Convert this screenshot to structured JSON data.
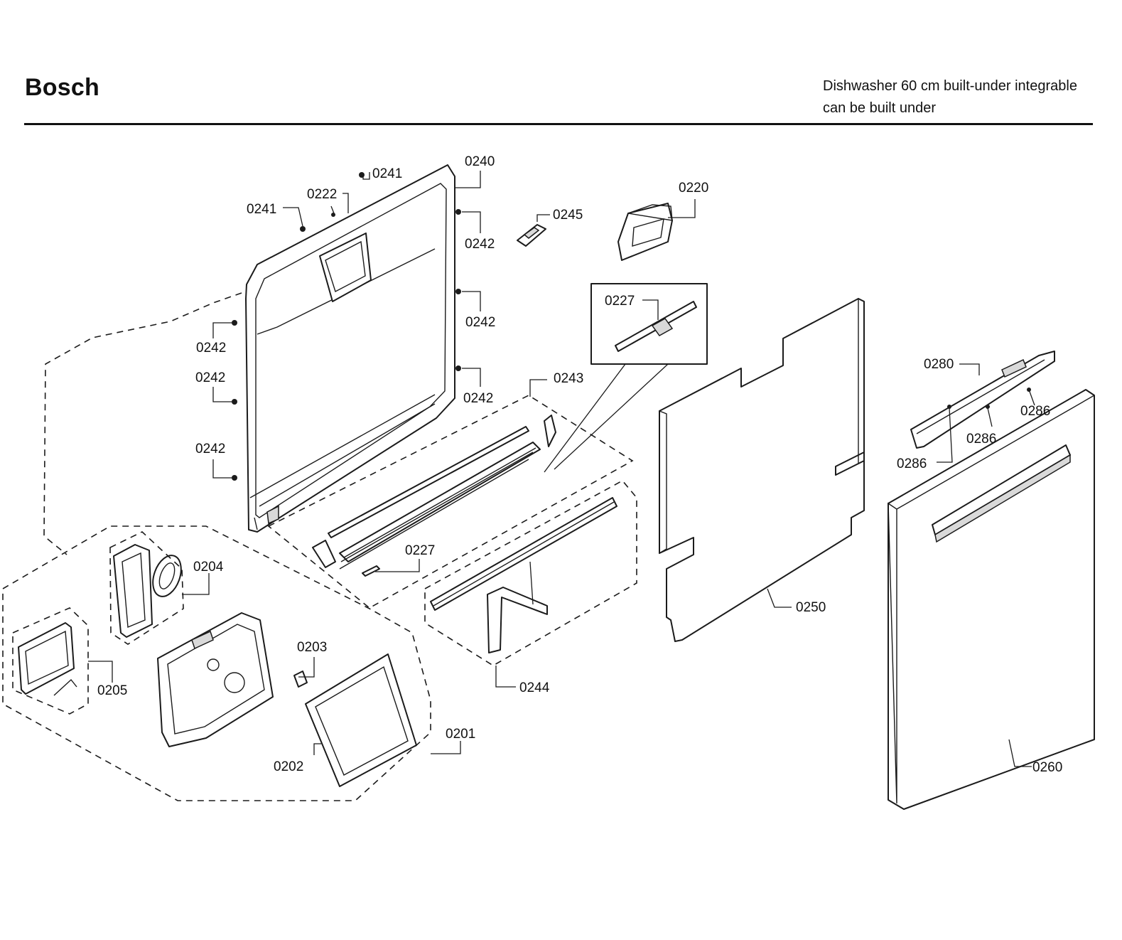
{
  "header": {
    "brand": "Bosch",
    "description_line1": "Dishwasher 60 cm built-under integrable",
    "description_line2": "can be built under"
  },
  "callouts": {
    "c0240": "0240",
    "c0241a": "0241",
    "c0241b": "0241",
    "c0222": "0222",
    "c0242a": "0242",
    "c0242b": "0242",
    "c0242c": "0242",
    "c0242d": "0242",
    "c0242e": "0242",
    "c0242f": "0242",
    "c0245": "0245",
    "c0220": "0220",
    "c0227a": "0227",
    "c0227b": "0227",
    "c0243": "0243",
    "c0244": "0244",
    "c0250": "0250",
    "c0260": "0260",
    "c0280": "0280",
    "c0286a": "0286",
    "c0286b": "0286",
    "c0286c": "0286",
    "c0204": "0204",
    "c0205": "0205",
    "c0203": "0203",
    "c0201": "0201",
    "c0202": "0202"
  }
}
